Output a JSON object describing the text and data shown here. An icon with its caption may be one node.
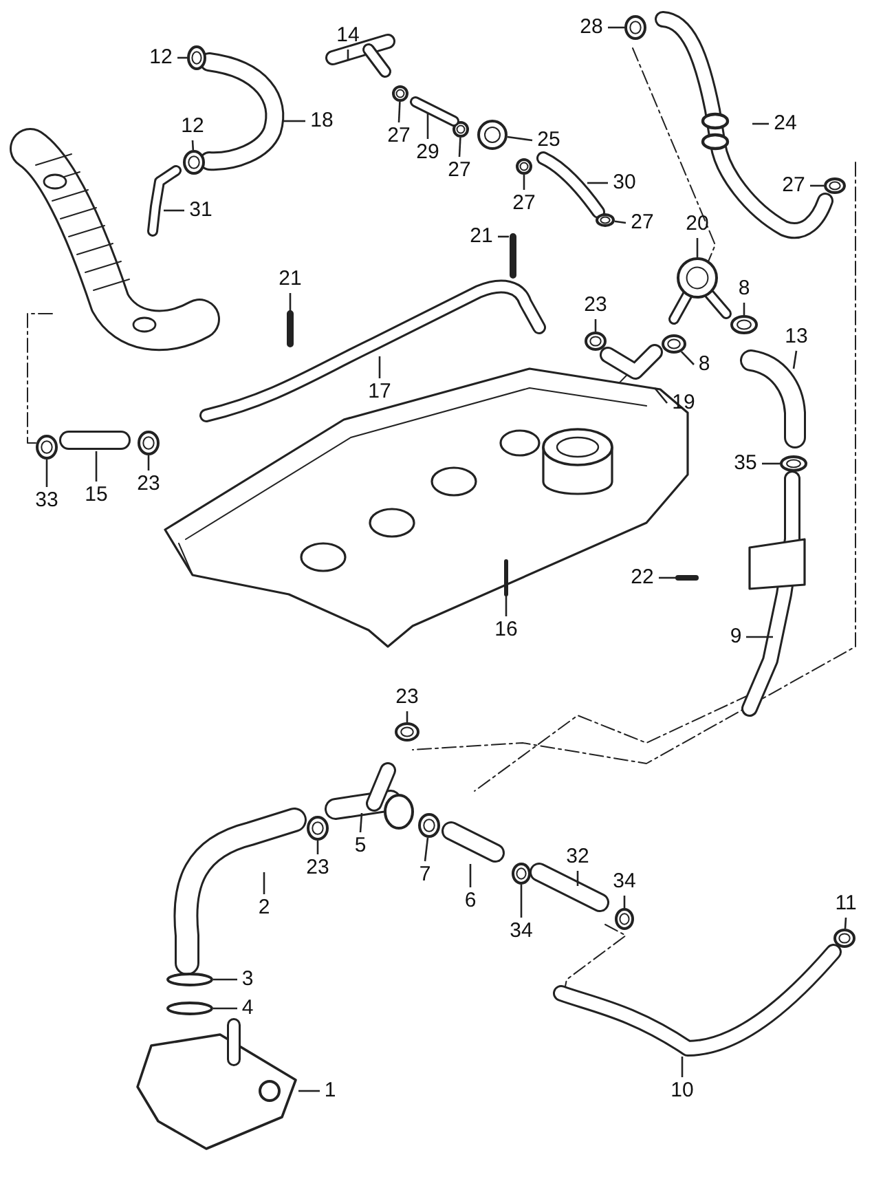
{
  "diagram": {
    "nodes": [
      {
        "text": [
          "12"
        ]
      },
      {
        "text": [
          "14"
        ]
      },
      {
        "text": [
          "28"
        ]
      },
      {
        "text": [
          "18"
        ]
      },
      {
        "text": [
          "12"
        ]
      },
      {
        "text": [
          "24"
        ]
      },
      {
        "text": [
          "27"
        ]
      },
      {
        "text": [
          "29"
        ]
      },
      {
        "text": [
          "25"
        ]
      },
      {
        "text": [
          "27"
        ]
      },
      {
        "text": [
          "31"
        ]
      },
      {
        "text": [
          "27"
        ]
      },
      {
        "text": [
          "30"
        ]
      },
      {
        "text": [
          "27"
        ]
      },
      {
        "text": [
          "27"
        ]
      },
      {
        "text": [
          "21"
        ]
      },
      {
        "text": [
          "20"
        ]
      },
      {
        "text": [
          "21"
        ]
      },
      {
        "text": [
          "8"
        ]
      },
      {
        "text": [
          "23"
        ]
      },
      {
        "text": [
          "13"
        ]
      },
      {
        "text": [
          "8"
        ]
      },
      {
        "text": [
          "17"
        ]
      },
      {
        "text": [
          "19"
        ]
      },
      {
        "text": [
          "33"
        ]
      },
      {
        "text": [
          "15"
        ]
      },
      {
        "text": [
          "23"
        ]
      },
      {
        "text": [
          "35"
        ]
      },
      {
        "text": [
          "22"
        ]
      },
      {
        "text": [
          "16"
        ]
      },
      {
        "text": [
          "9"
        ]
      },
      {
        "text": [
          "23"
        ]
      },
      {
        "text": [
          "5"
        ]
      },
      {
        "text": [
          "23"
        ]
      },
      {
        "text": [
          "7"
        ]
      },
      {
        "text": [
          "2"
        ]
      },
      {
        "text": [
          "6"
        ]
      },
      {
        "text": [
          "32"
        ]
      },
      {
        "text": [
          "34"
        ]
      },
      {
        "text": [
          "34"
        ]
      },
      {
        "text": [
          "11"
        ]
      },
      {
        "text": [
          "3"
        ]
      },
      {
        "text": [
          "4"
        ]
      },
      {
        "text": [
          "10"
        ]
      },
      {
        "text": [
          "1"
        ]
      },
      {
        "text": [],
        "shape": "picture"
      },
      {
        "text": [],
        "shape": "picture"
      },
      {
        "text": [],
        "shape": "picture"
      },
      {
        "text": [],
        "shape": "picture"
      },
      {
        "text": [],
        "shape": "picture"
      },
      {
        "text": [],
        "shape": "picture"
      },
      {
        "text": [],
        "shape": "picture"
      },
      {
        "text": [],
        "shape": "picture"
      },
      {
        "text": [],
        "shape": "picture"
      },
      {
        "text": [],
        "shape": "picture"
      },
      {
        "text": [],
        "shape": "picture"
      },
      {
        "text": [],
        "shape": "picture"
      },
      {
        "text": [],
        "shape": "picture"
      },
      {
        "text": [],
        "shape": "picture"
      },
      {
        "text": [],
        "shape": "picture"
      },
      {
        "text": [],
        "shape": "picture"
      },
      {
        "text": [],
        "shape": "picture"
      },
      {
        "text": [],
        "shape": "picture"
      },
      {
        "text": [],
        "shape": "picture"
      },
      {
        "text": [],
        "shape": "picture"
      },
      {
        "text": [],
        "shape": "picture"
      },
      {
        "text": [],
        "shape": "picture"
      },
      {
        "text": [],
        "shape": "circle"
      },
      {
        "text": [],
        "shape": "circle"
      },
      {
        "text": [],
        "shape": "picture"
      }
    ],
    "edges": [
      {
        "from": 0,
        "to": 46,
        "arrow": "none"
      },
      {
        "from": 1,
        "to": null,
        "arrow": "none"
      },
      {
        "from": 2,
        "to": 45,
        "arrow": "none"
      },
      {
        "from": 3,
        "to": null,
        "arrow": "none"
      },
      {
        "from": 4,
        "to": 50,
        "arrow": "none"
      },
      {
        "from": 5,
        "to": null,
        "arrow": "none"
      },
      {
        "from": 6,
        "to": 47,
        "arrow": "none"
      },
      {
        "from": 7,
        "to": 69,
        "arrow": "none"
      },
      {
        "from": 8,
        "to": 49,
        "arrow": "none"
      },
      {
        "from": 9,
        "to": 48,
        "arrow": "none"
      },
      {
        "from": 10,
        "to": null,
        "arrow": "none"
      },
      {
        "from": 11,
        "to": 51,
        "arrow": "none"
      },
      {
        "from": 12,
        "to": null,
        "arrow": "none"
      },
      {
        "from": 13,
        "to": 53,
        "arrow": "none"
      },
      {
        "from": 14,
        "to": 52,
        "arrow": "none"
      },
      {
        "from": 15,
        "to": null,
        "arrow": "none"
      },
      {
        "from": 16,
        "to": 54,
        "arrow": "none"
      },
      {
        "from": 17,
        "to": null,
        "arrow": "none"
      },
      {
        "from": 18,
        "to": 55,
        "arrow": "none"
      },
      {
        "from": 19,
        "to": 56,
        "arrow": "none"
      },
      {
        "from": 20,
        "to": null,
        "arrow": "none"
      },
      {
        "from": 21,
        "to": 57,
        "arrow": "none"
      },
      {
        "from": 22,
        "to": null,
        "arrow": "none"
      },
      {
        "from": 23,
        "to": null,
        "arrow": "none"
      },
      {
        "from": 24,
        "to": 58,
        "arrow": "none"
      },
      {
        "from": 25,
        "to": null,
        "arrow": "none"
      },
      {
        "from": 26,
        "to": 59,
        "arrow": "none"
      },
      {
        "from": 27,
        "to": 60,
        "arrow": "none"
      },
      {
        "from": 28,
        "to": null,
        "arrow": "none"
      },
      {
        "from": 29,
        "to": null,
        "arrow": "none"
      },
      {
        "from": 30,
        "to": null,
        "arrow": "none"
      },
      {
        "from": 31,
        "to": 61,
        "arrow": "none"
      },
      {
        "from": 32,
        "to": null,
        "arrow": "none"
      },
      {
        "from": 33,
        "to": 63,
        "arrow": "none"
      },
      {
        "from": 34,
        "to": 62,
        "arrow": "none"
      },
      {
        "from": 35,
        "to": null,
        "arrow": "none"
      },
      {
        "from": 36,
        "to": null,
        "arrow": "none"
      },
      {
        "from": 37,
        "to": null,
        "arrow": "none"
      },
      {
        "from": 38,
        "to": 65,
        "arrow": "none"
      },
      {
        "from": 39,
        "to": 64,
        "arrow": "none"
      },
      {
        "from": 40,
        "to": 66,
        "arrow": "none"
      },
      {
        "from": 41,
        "to": 67,
        "arrow": "none"
      },
      {
        "from": 42,
        "to": 68,
        "arrow": "none"
      },
      {
        "from": 43,
        "to": null,
        "arrow": "none"
      },
      {
        "from": 44,
        "to": null,
        "arrow": "none"
      }
    ]
  }
}
